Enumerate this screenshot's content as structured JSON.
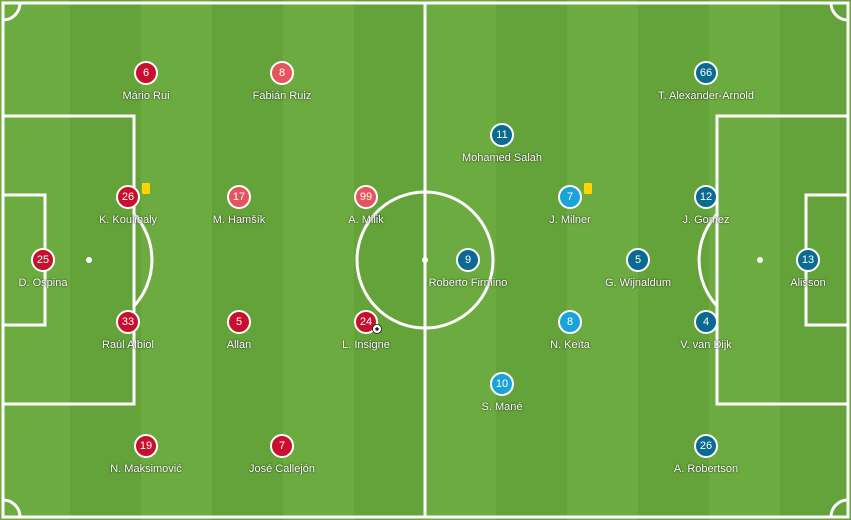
{
  "colors": {
    "napoli_dark": "#c8102e",
    "napoli_light": "#e4555e",
    "liverpool_dark": "#0b6a8f",
    "liverpool_light": "#1aa3d9",
    "pitch_stripe_a": "#6cab3f",
    "pitch_stripe_b": "#64a23a",
    "lines": "#ffffff",
    "yellow_card": "#ffd400"
  },
  "napoli": [
    {
      "number": "6",
      "name": "Mário Rui",
      "tone": "dark"
    },
    {
      "number": "8",
      "name": "Fabián Ruiz",
      "tone": "light"
    },
    {
      "number": "26",
      "name": "K. Koulibaly",
      "tone": "dark",
      "yellow_card": true
    },
    {
      "number": "17",
      "name": "M. Hamšík",
      "tone": "light"
    },
    {
      "number": "99",
      "name": "A. Milik",
      "tone": "light"
    },
    {
      "number": "25",
      "name": "D. Ospina",
      "tone": "dark"
    },
    {
      "number": "33",
      "name": "Raúl Albiol",
      "tone": "dark"
    },
    {
      "number": "5",
      "name": "Allan",
      "tone": "dark"
    },
    {
      "number": "24",
      "name": "L. Insigne",
      "tone": "dark",
      "goal_icon": "football-icon"
    },
    {
      "number": "19",
      "name": "N. Maksimović",
      "tone": "dark"
    },
    {
      "number": "7",
      "name": "José Callejón",
      "tone": "dark"
    }
  ],
  "liverpool": [
    {
      "number": "66",
      "name": "T. Alexander-Arnold",
      "tone": "dark"
    },
    {
      "number": "11",
      "name": "Mohamed Salah",
      "tone": "dark"
    },
    {
      "number": "7",
      "name": "J. Milner",
      "tone": "light",
      "yellow_card": true
    },
    {
      "number": "12",
      "name": "J. Gomez",
      "tone": "dark"
    },
    {
      "number": "9",
      "name": "Roberto Firmino",
      "tone": "dark"
    },
    {
      "number": "5",
      "name": "G. Wijnaldum",
      "tone": "dark"
    },
    {
      "number": "13",
      "name": "Alisson",
      "tone": "dark"
    },
    {
      "number": "8",
      "name": "N. Keïta",
      "tone": "light"
    },
    {
      "number": "4",
      "name": "V. van Dijk",
      "tone": "dark"
    },
    {
      "number": "10",
      "name": "S. Mané",
      "tone": "light"
    },
    {
      "number": "26",
      "name": "A. Robertson",
      "tone": "dark"
    }
  ]
}
